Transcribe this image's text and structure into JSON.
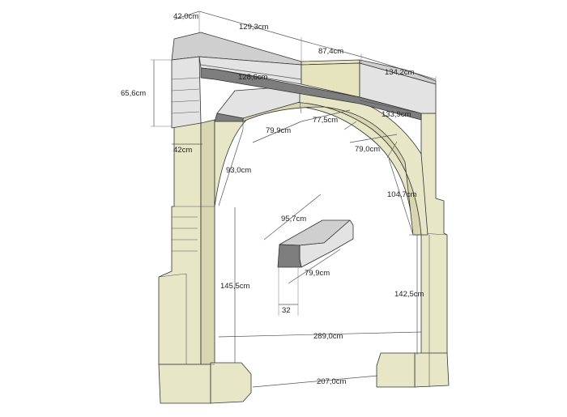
{
  "colors": {
    "stone": "#e7e6c7",
    "stone_shade": "#d7d6b0",
    "stone_dark": "#c9c8a0",
    "lintel_grey": "#e3e3e3",
    "lintel_top": "#cfcfcf",
    "lintel_dark": "#7d7d7d",
    "lintel_key": "#e6e4bf",
    "edge": "#333333",
    "dimension": "#222222"
  },
  "dimensions": {
    "lintel_depth": "42,0cm",
    "lintel_left_length": "129,3cm",
    "lintel_key_length": "87,4cm",
    "lintel_right_length": "134,2cm",
    "lintel_height": "65,6cm",
    "lintel_inner_left": "128,6cm",
    "lintel_inner_right": "133,9cm",
    "arch_voussoir_left": "79,9cm",
    "arch_keystone": "77,5cm",
    "arch_voussoir_right": "79,0cm",
    "jamb_depth": "42cm",
    "arch_left_height": "93,0cm",
    "arch_right_height": "104,7cm",
    "left_jamb_height": "145,5cm",
    "right_jamb_height": "142,5cm",
    "opening_width": "289,0cm",
    "base_width": "207,0cm",
    "detail_length": "95,7cm",
    "detail_width": "79,9cm",
    "detail_thickness": "32"
  }
}
